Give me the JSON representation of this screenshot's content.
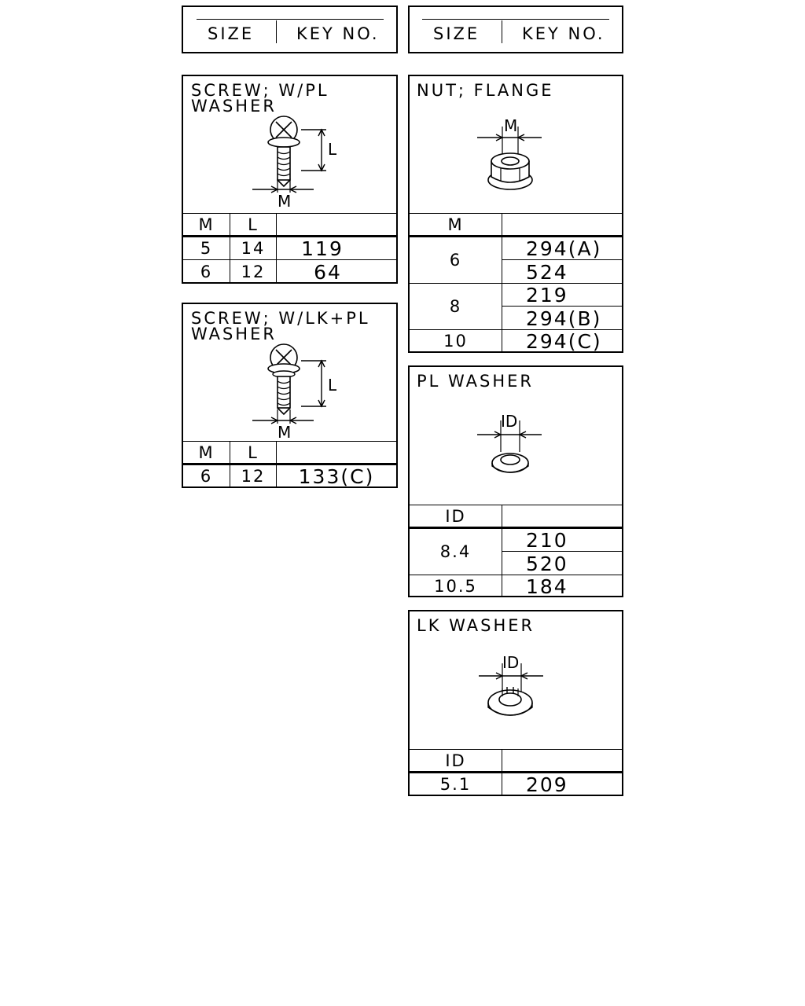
{
  "legend": {
    "size": "SIZE",
    "key_no": "KEY NO."
  },
  "screw_pl": {
    "title_line1": "SCREW; W/PL",
    "title_line2": "WASHER",
    "dim_l": "L",
    "dim_m": "M",
    "headers": [
      "M",
      "L"
    ],
    "rows": [
      {
        "m": "5",
        "l": "14",
        "key": "119"
      },
      {
        "m": "6",
        "l": "12",
        "key": "64"
      }
    ]
  },
  "screw_lk_pl": {
    "title_line1": "SCREW; W/LK+PL",
    "title_line2": "WASHER",
    "dim_l": "L",
    "dim_m": "M",
    "headers": [
      "M",
      "L"
    ],
    "rows": [
      {
        "m": "6",
        "l": "12",
        "key": "133(C)"
      }
    ]
  },
  "nut_flange": {
    "title": "NUT; FLANGE",
    "dim_m": "M",
    "header": "M",
    "groups": [
      {
        "size": "6",
        "keys": [
          "294(A)",
          "524"
        ]
      },
      {
        "size": "8",
        "keys": [
          "219",
          "294(B)"
        ]
      },
      {
        "size": "10",
        "keys": [
          "294(C)"
        ]
      }
    ]
  },
  "pl_washer": {
    "title": "PL WASHER",
    "dim_id": "ID",
    "header": "ID",
    "groups": [
      {
        "size": "8.4",
        "keys": [
          "210",
          "520"
        ]
      },
      {
        "size": "10.5",
        "keys": [
          "184"
        ]
      }
    ]
  },
  "lk_washer": {
    "title": "LK WASHER",
    "dim_id": "ID",
    "header": "ID",
    "groups": [
      {
        "size": "5.1",
        "keys": [
          "209"
        ]
      }
    ]
  }
}
